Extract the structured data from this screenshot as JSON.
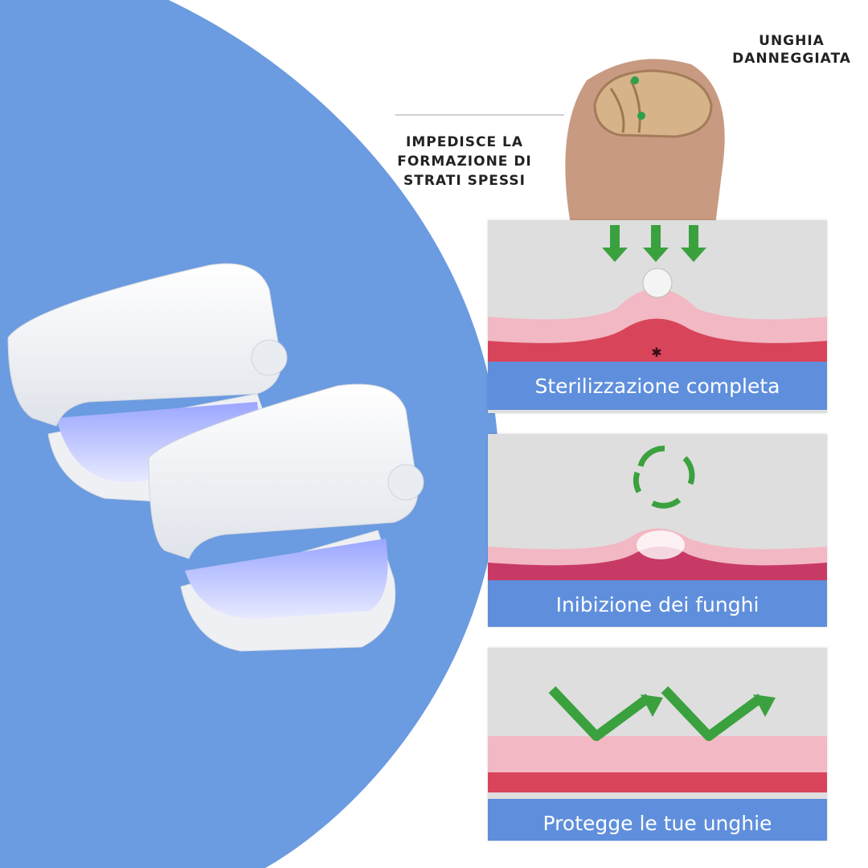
{
  "labels": {
    "top_right": [
      "UNGHIA",
      "DANNEGGIATA"
    ],
    "left": [
      "IMPEDISCE LA",
      "FORMAZIONE DI",
      "STRATI SPESSI"
    ]
  },
  "panels": [
    {
      "caption": "Sterilizzazione completa",
      "icon": "down-arrows-icon"
    },
    {
      "caption": "Inibizione dei funghi",
      "icon": "cycle-arrows-icon"
    },
    {
      "caption": "Protegge le tue unghie",
      "icon": "check-arrows-icon"
    }
  ],
  "colors": {
    "background_blue": "#6b9be0",
    "caption_blue": "#5f8fdc",
    "arrow_green": "#3aa13e",
    "skin_pink": "#e8879a"
  }
}
